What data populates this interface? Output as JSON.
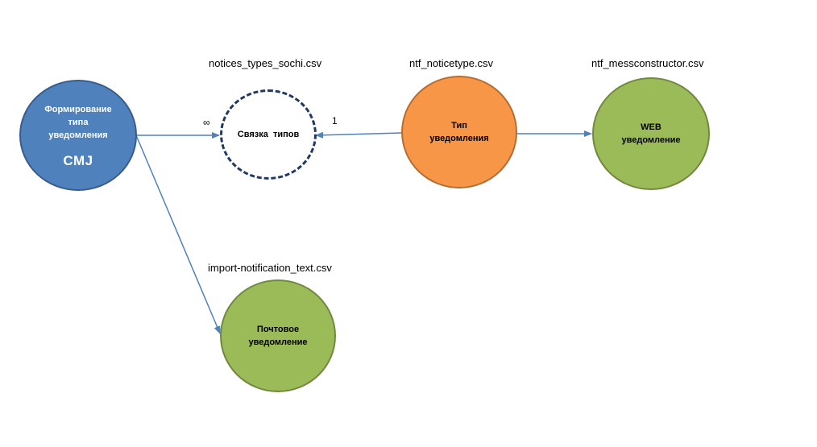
{
  "nodes": {
    "smj": {
      "lines": [
        "Формирование",
        "типа",
        "уведомления"
      ],
      "big_label": "СМJ",
      "color": "#4f81bd"
    },
    "link": {
      "file": "notices_types_sochi.csv",
      "label": "Связка  типов",
      "color": "#1f3864"
    },
    "type": {
      "file": "ntf_noticetype.csv",
      "lines": [
        "Тип",
        "уведомления"
      ],
      "color": "#f79646"
    },
    "web": {
      "file": "ntf_messconstructor.csv",
      "lines": [
        "WEB",
        "уведомление"
      ],
      "color": "#9bbb59"
    },
    "mail": {
      "file": "import-notification_text.csv",
      "lines": [
        "Почтовое",
        "уведомление"
      ],
      "color": "#9bbb59"
    }
  },
  "cardinality": {
    "many": "∞",
    "one": "1"
  },
  "edge_color": "#4f81bd"
}
